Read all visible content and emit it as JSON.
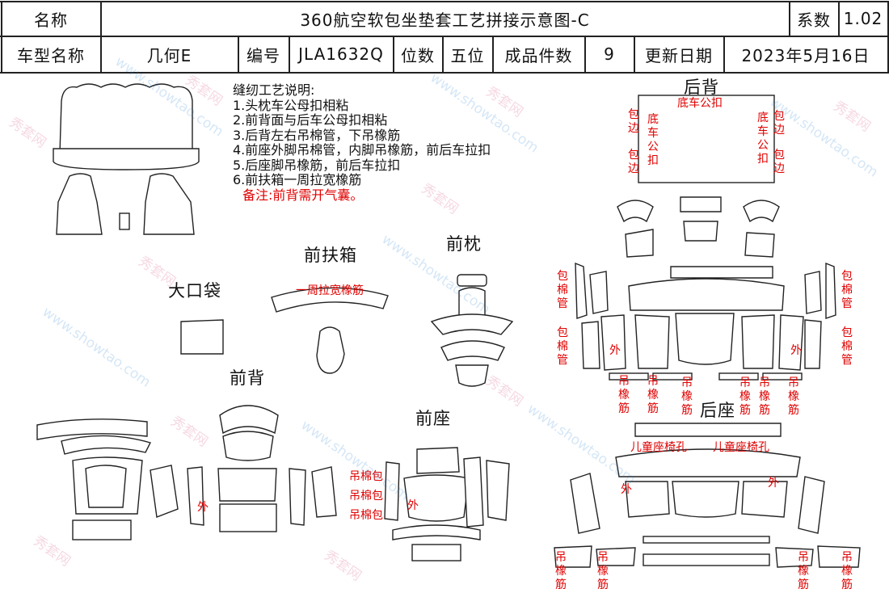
{
  "header": {
    "name_label": "名称",
    "title": "360航空软包坐垫套工艺拼接示意图-C",
    "coef_label": "系数",
    "coef_value": "1.02",
    "model_label": "车型名称",
    "model_value": "几何E",
    "code_label": "编号",
    "code_value": "JLA1632Q",
    "seats_label": "位数",
    "seats_value": "五位",
    "count_label": "成品件数",
    "count_value": "9",
    "date_label": "更新日期",
    "date_value": "2023年5月16日"
  },
  "notes": {
    "title": "缝纫工艺说明:",
    "items": [
      "1.头枕车公母扣相粘",
      "2.前背面与后车公母扣相粘",
      "3.后背左右吊棉管，下吊橡筋",
      "4.前座外脚吊棉管，内脚吊橡筋，前后车拉扣",
      "5.后座脚吊橡筋，前后车拉扣",
      "6.前扶箱一周拉宽橡筋"
    ],
    "remark": "备注:前背需开气囊。"
  },
  "sections": {
    "pocket": "大口袋",
    "armrest": "前扶箱",
    "headrest": "前枕",
    "front_back": "前背",
    "front_seat": "前座",
    "rear_back": "后背",
    "rear_seat": "后座"
  },
  "annotations": {
    "armrest_band": "一周拉宽橡筋",
    "rear_back_top": "底车公扣",
    "rear_back_left_edge_1": "包边",
    "rear_back_left_edge_2": "包边",
    "rear_back_left_fastener": "底车公扣",
    "rear_back_right_edge_1": "包边",
    "rear_back_right_edge_2": "包边",
    "rear_back_right_fastener": "底车公扣",
    "rb_cotton_left_1": "包棉管",
    "rb_cotton_left_2": "包棉管",
    "rb_cotton_right_1": "包棉管",
    "rb_cotton_right_2": "包棉管",
    "rb_outer_left": "外",
    "rb_outer_right": "外",
    "rb_elastic_1": "吊橡筋",
    "rb_elastic_2": "吊橡筋",
    "rb_elastic_3": "吊橡筋",
    "rb_elastic_4": "吊橡筋",
    "rb_elastic_5": "吊橡筋",
    "rb_elastic_6": "吊橡筋",
    "child_seat_left": "儿童座椅孔",
    "child_seat_right": "儿童座椅孔",
    "rs_outer_left": "外",
    "rs_outer_right": "外",
    "rs_elastic_1": "吊橡筋",
    "rs_elastic_2": "吊橡筋",
    "rs_elastic_3": "吊橡筋",
    "rs_elastic_4": "吊橡筋",
    "fs_cotton_1": "吊棉包",
    "fs_cotton_2": "吊棉包",
    "fs_cotton_3": "吊棉包",
    "fs_outer": "外",
    "fb_outer": "外"
  },
  "watermark": {
    "text_a": "秀套网",
    "text_b": "www.showtao.com"
  },
  "colors": {
    "line": "#222222",
    "annotation": "#e00000"
  }
}
